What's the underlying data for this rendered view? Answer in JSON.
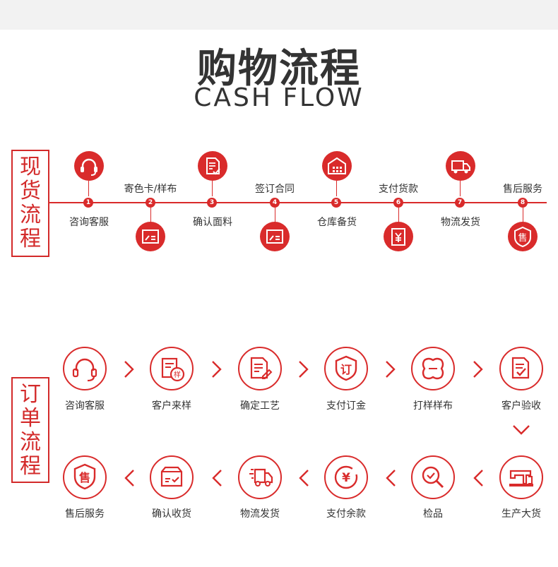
{
  "title_cn": "购物流程",
  "title_en": "CASH FLOW",
  "spot": {
    "label": [
      "现",
      "货",
      "流",
      "程"
    ],
    "steps": [
      {
        "num": "1",
        "text": "咨询客服",
        "icon": "headset-icon"
      },
      {
        "num": "2",
        "text": "寄色卡/样布",
        "icon": "card-icon"
      },
      {
        "num": "3",
        "text": "确认面料",
        "icon": "document-check-icon"
      },
      {
        "num": "4",
        "text": "签订合同",
        "icon": "card-icon"
      },
      {
        "num": "5",
        "text": "仓库备货",
        "icon": "warehouse-icon"
      },
      {
        "num": "6",
        "text": "支付货款",
        "icon": "yuan-payment-icon"
      },
      {
        "num": "7",
        "text": "物流发货",
        "icon": "truck-icon"
      },
      {
        "num": "8",
        "text": "售后服务",
        "icon": "after-sale-badge-icon"
      }
    ]
  },
  "order": {
    "label": [
      "订",
      "单",
      "流",
      "程"
    ],
    "row1": [
      {
        "text": "咨询客服",
        "icon": "headset-icon"
      },
      {
        "text": "客户来样",
        "icon": "sample-icon"
      },
      {
        "text": "确定工艺",
        "icon": "document-edit-icon"
      },
      {
        "text": "支付订金",
        "icon": "deposit-shield-icon"
      },
      {
        "text": "打样样布",
        "icon": "fabric-swatch-icon"
      },
      {
        "text": "客户验收",
        "icon": "document-check-icon"
      }
    ],
    "row2": [
      {
        "text": "售后服务",
        "icon": "after-sale-badge-icon"
      },
      {
        "text": "确认收货",
        "icon": "box-check-icon"
      },
      {
        "text": "物流发货",
        "icon": "truck-icon"
      },
      {
        "text": "支付余款",
        "icon": "yuan-circle-icon"
      },
      {
        "text": "检品",
        "icon": "inspect-magnifier-icon"
      },
      {
        "text": "生产大货",
        "icon": "sewing-machine-icon"
      }
    ],
    "sample_char": "样",
    "deposit_char": "订",
    "after_sale_char": "售",
    "yuan_char": "¥"
  },
  "colors": {
    "accent": "#d92b2b",
    "text": "#333333",
    "topbar": "#f2f2f2"
  }
}
